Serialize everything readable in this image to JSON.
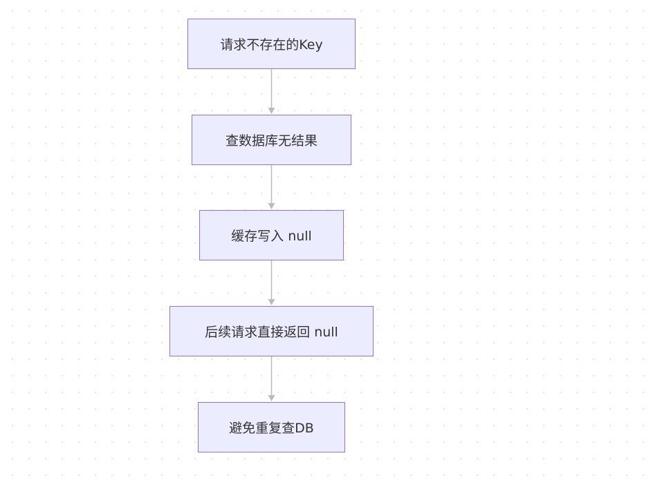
{
  "diagram": {
    "nodes": [
      {
        "id": "n1",
        "label": "请求不存在的Key"
      },
      {
        "id": "n2",
        "label": "查数据库无结果"
      },
      {
        "id": "n3",
        "label": "缓存写入 null"
      },
      {
        "id": "n4",
        "label": "后续请求直接返回 null"
      },
      {
        "id": "n5",
        "label": "避免重复查DB"
      }
    ],
    "edges": [
      {
        "from": "n1",
        "to": "n2"
      },
      {
        "from": "n2",
        "to": "n3"
      },
      {
        "from": "n3",
        "to": "n4"
      },
      {
        "from": "n4",
        "to": "n5"
      }
    ],
    "colors": {
      "node_fill": "#ECECFF",
      "node_border": "#9370DB",
      "text": "#333333",
      "edge": "#BBBBBB"
    }
  }
}
